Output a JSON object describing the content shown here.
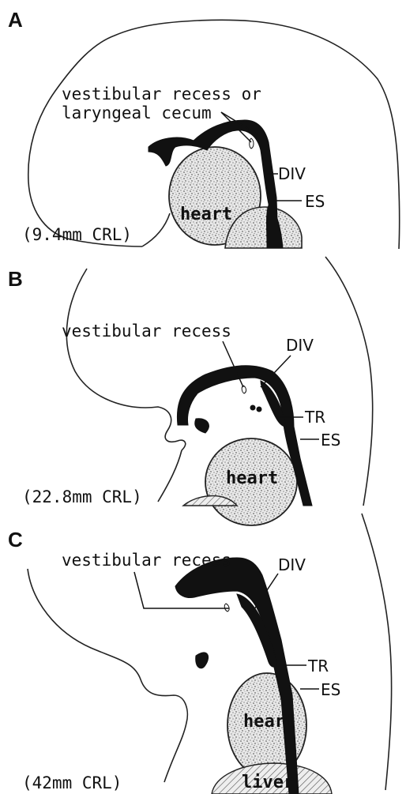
{
  "panels": [
    {
      "letter": "A",
      "stage": "(9.4mm CRL)",
      "labels": {
        "vestibular_line1": "vestibular recess or",
        "vestibular_line2": "laryngeal cecum",
        "div": "DIV",
        "es": "ES",
        "heart": "heart"
      }
    },
    {
      "letter": "B",
      "stage": "(22.8mm CRL)",
      "labels": {
        "vestibular": "vestibular recess",
        "div": "DIV",
        "tr": "TR",
        "es": "ES",
        "heart": "heart"
      }
    },
    {
      "letter": "C",
      "stage": "(42mm CRL)",
      "labels": {
        "vestibular": "vestibular recess",
        "div": "DIV",
        "tr": "TR",
        "es": "ES",
        "heart": "heart",
        "liver": "liver"
      }
    }
  ]
}
